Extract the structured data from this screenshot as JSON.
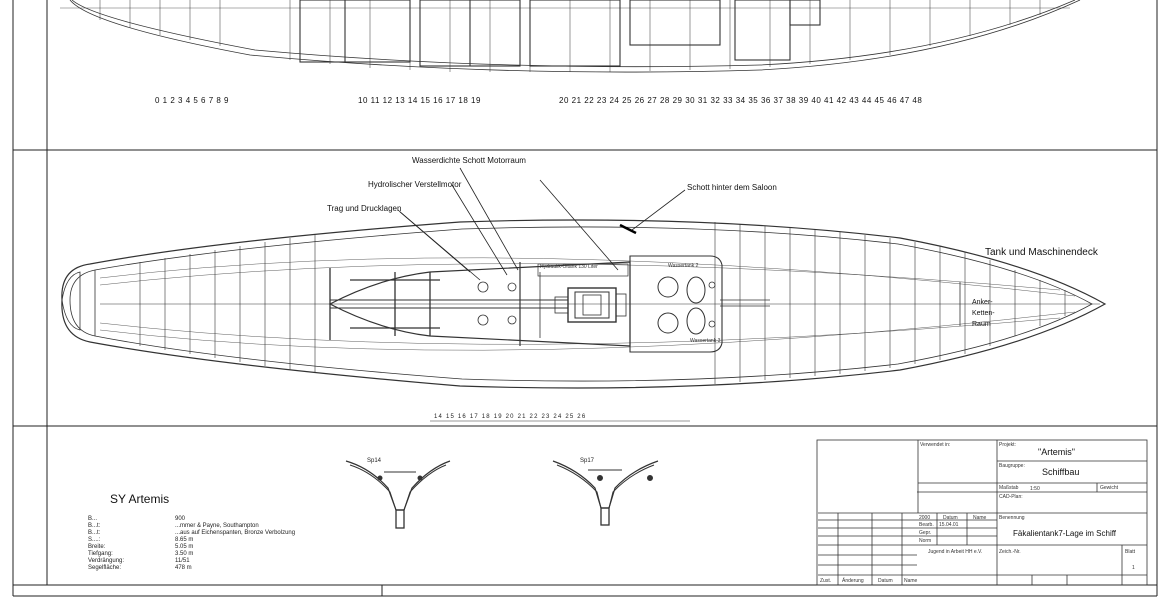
{
  "frame_numbers": {
    "group_a": "0 1 2 3 4 5 6 7 8 9",
    "group_b": "10 11 12 13 14 15 16 17 18 19",
    "group_c": "20 21 22 23 24 25 26 27 28 29 30 31 32 33 34 35 36 37 38 39 40 41 42 43 44 45 46 47 48"
  },
  "annotations": {
    "watertight_bulkhead": "Wasserdichte Schott Motorraum",
    "hydraulic_motor": "Hydrolischer Verstellmotor",
    "bearings": "Trag und Drucklagen",
    "bulkhead_saloon": "Schott hinter dem Saloon",
    "deck_title": "Tank und Maschinendeck",
    "anchor_chain": "Anker-\nKetten-\nRaum",
    "hydraulic_oil": "Hydraulik-Öltank 130 Liter",
    "water_tank_2": "Wassertank 2",
    "water_tank_3": "Wassertank 3"
  },
  "section_frames": "14  15  16  17  18  19  20  21  22  23  24  25  26",
  "section_labels": {
    "left": "Sp14",
    "right": "Sp17"
  },
  "vessel": {
    "name": "SY Artemis",
    "specs": [
      {
        "label": "B...",
        "value": "900"
      },
      {
        "label": "B...t:",
        "value": "...mmer & Payne, Southampton"
      },
      {
        "label": "B...t:",
        "value": "...aus auf Eichenspanten, Bronze Verbolzung"
      },
      {
        "label": "S....:",
        "value": "8.65 m"
      },
      {
        "label": "Breite:",
        "value": "5.05 m"
      },
      {
        "label": "Tiefgang:",
        "value": "3.50 m"
      },
      {
        "label": "Verdrängung:",
        "value": "11/51"
      },
      {
        "label": "Segelfläche:",
        "value": "478 m"
      }
    ]
  },
  "title_block": {
    "verwendet_label": "Verwendet in:",
    "projekt_label": "Projekt:",
    "projekt": "\"Artemis\"",
    "baugruppe_label": "Baugruppe:",
    "baugruppe": "Schiffbau",
    "massstab_label": "Maßstab",
    "massstab": "1:50",
    "gewicht_label": "Gewicht",
    "cad_label": "CAD-Plan:",
    "benennung_label": "Benennung",
    "benennung": "Fäkalientank7-Lage im Schiff",
    "datum_label": "Datum",
    "name_label": "Name",
    "year": "2000",
    "bearb_label": "Bearb.",
    "bearb_date": "15.04.01",
    "gepr_label": "Gepr.",
    "norm_label": "Norm",
    "org": "Jugend in Arbeit HH e.V.",
    "zeich_label": "Zeich.-Nr.",
    "blatt_label": "Blatt",
    "blatt": "1",
    "rev_zust": "Zust.",
    "rev_aenderung": "Änderung",
    "rev_datum": "Datum",
    "rev_name": "Name"
  }
}
